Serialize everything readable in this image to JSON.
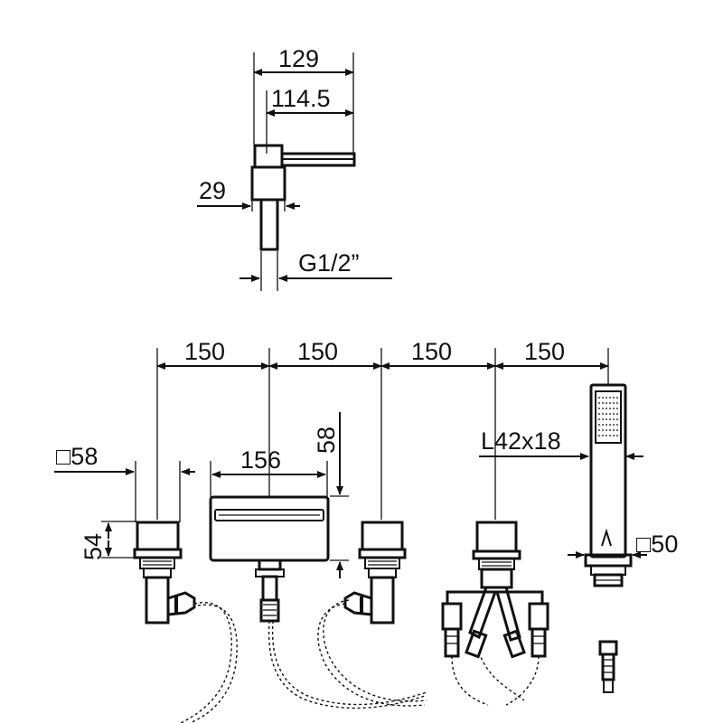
{
  "side_view": {
    "dim_overall": "129",
    "dim_inner": "114.5",
    "dim_height": "29",
    "dim_thread": "G1/2”"
  },
  "front_view": {
    "spacing_1": "150",
    "spacing_2": "150",
    "spacing_3": "150",
    "spacing_4": "150",
    "valve_size": "□58",
    "spout_width": "156",
    "spout_height": "58",
    "valve_height": "54",
    "shower_handle": "L42x18",
    "shower_holder": "□50"
  },
  "colors": {
    "line": "#111111",
    "background": "#ffffff"
  }
}
